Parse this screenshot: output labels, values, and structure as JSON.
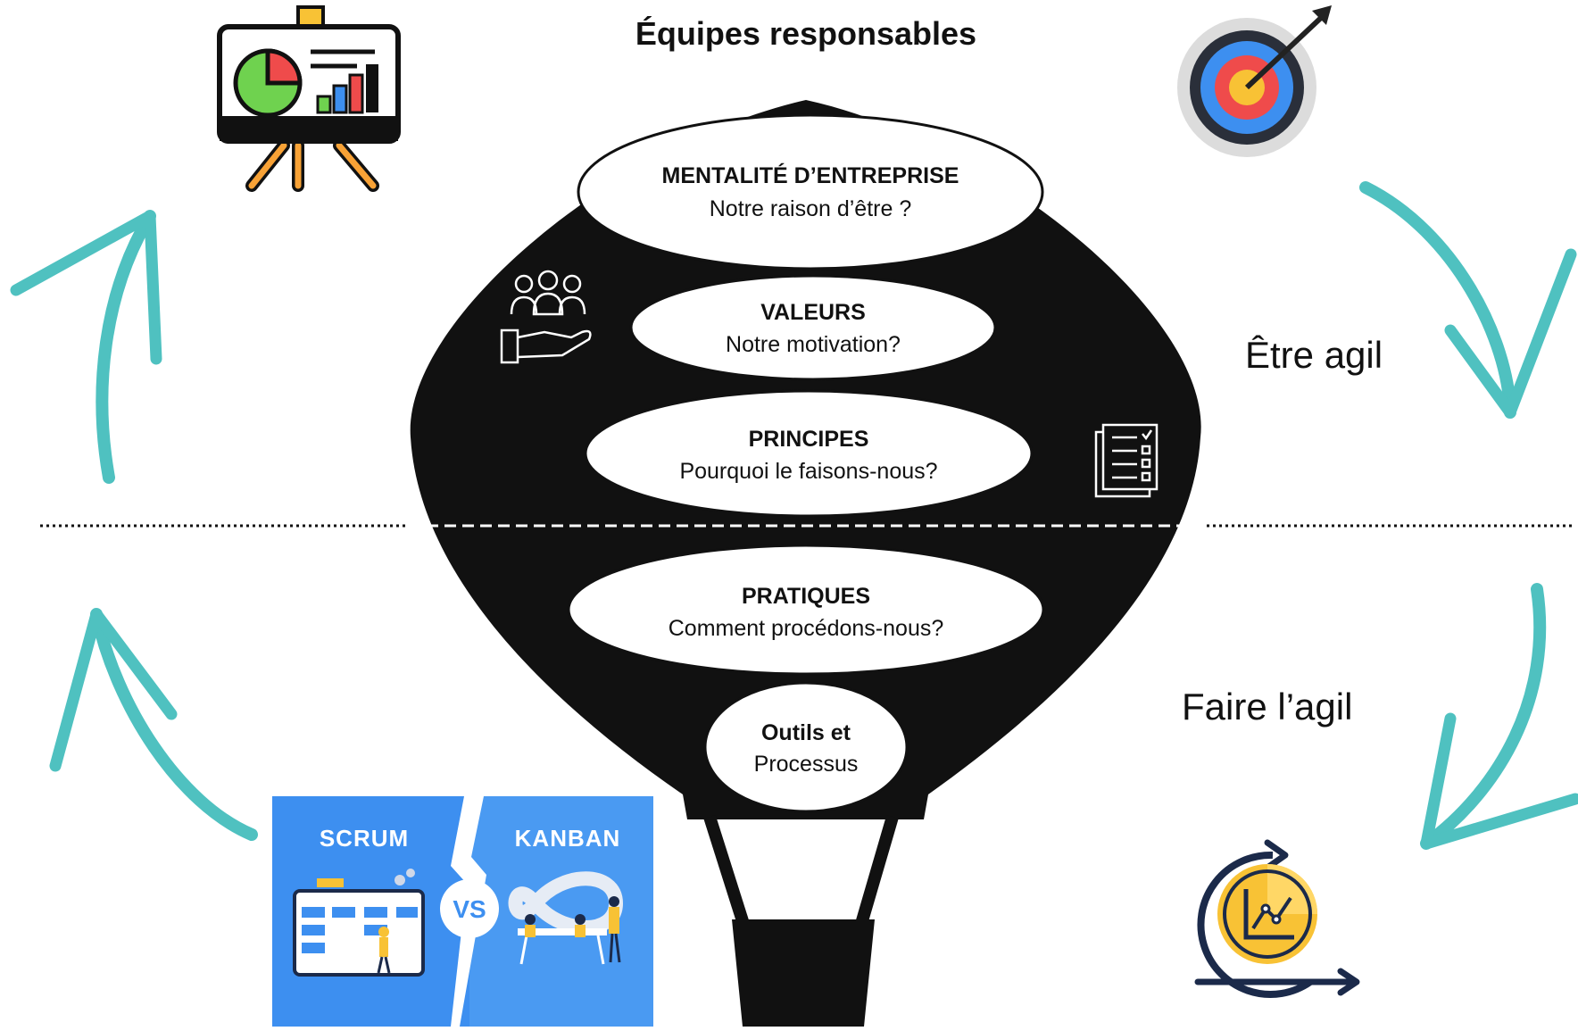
{
  "title": "Équipes responsables",
  "being_agile_label": "Être agil",
  "doing_agile_label": "Faire l’agil",
  "layers": [
    {
      "heading": "MENTALITÉ D’ENTREPRISE",
      "question": "Notre raison d’être ?"
    },
    {
      "heading": "VALEURS",
      "question": "Notre motivation?"
    },
    {
      "heading": "PRINCIPES",
      "question": "Pourquoi le faisons-nous?"
    },
    {
      "heading": "PRATIQUES",
      "question": "Comment procédons-nous?"
    },
    {
      "heading": "Outils et",
      "question": "Processus"
    }
  ],
  "comparison": {
    "left": "SCRUM",
    "middle": "VS",
    "right": "KANBAN"
  },
  "icons": [
    "presentation-board-icon",
    "target-icon",
    "team-hand-icon",
    "checklist-icon",
    "cycle-chart-icon"
  ],
  "colors": {
    "balloon": "#111111",
    "arrow": "#4fc1c0",
    "scrum_blue": "#3d8ff0",
    "kanban_blue": "#4a9af2",
    "accent_yellow": "#f8c235"
  }
}
